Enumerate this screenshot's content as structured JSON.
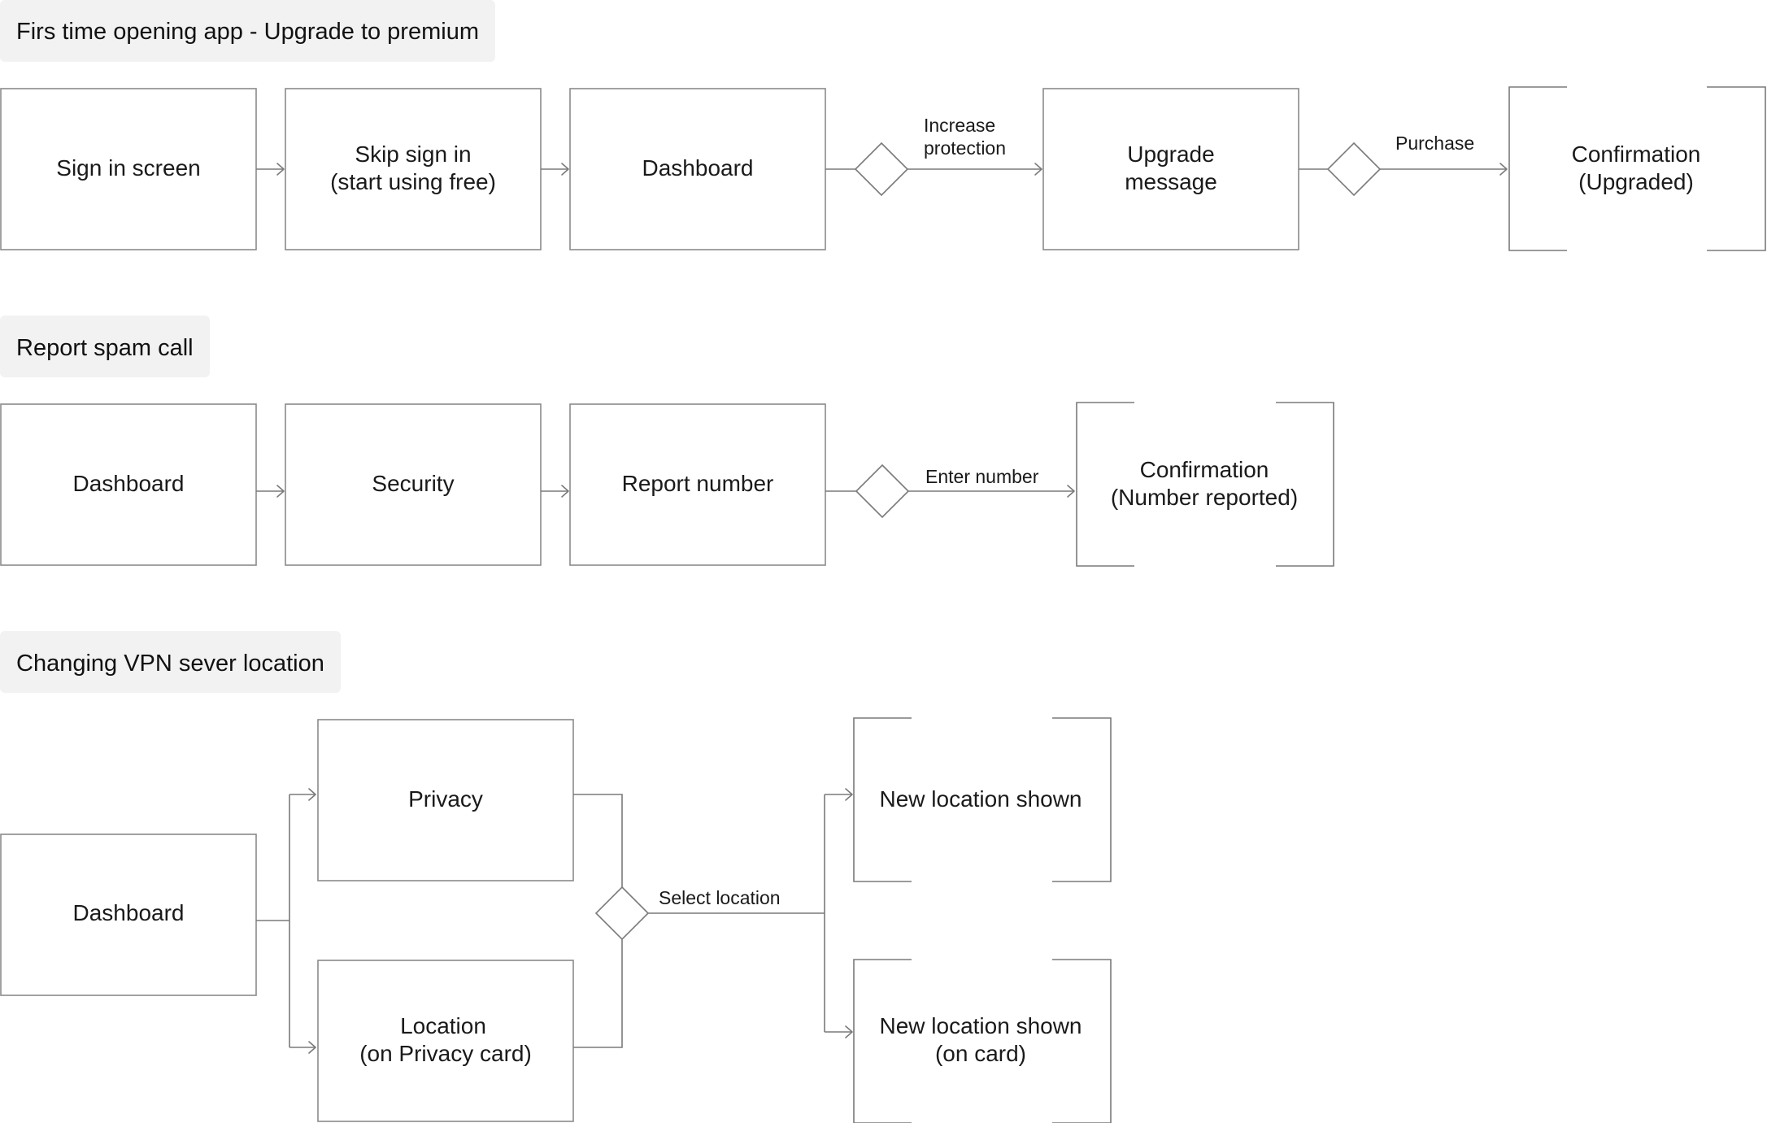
{
  "sections": [
    {
      "title": "Firs time opening app - Upgrade to premium",
      "nodes": [
        "Sign in screen",
        "Skip sign in",
        "(start using free)",
        "Dashboard",
        "Upgrade",
        "message",
        "Confirmation",
        "(Upgraded)"
      ],
      "edges": [
        "Increase",
        "protection",
        "Purchase"
      ]
    },
    {
      "title": "Report spam call",
      "nodes": [
        "Dashboard",
        "Security",
        "Report number",
        "Confirmation",
        "(Number reported)"
      ],
      "edges": [
        "Enter number"
      ]
    },
    {
      "title": "Changing VPN sever location",
      "nodes": [
        "Dashboard",
        "Privacy",
        "Location",
        "(on Privacy card)",
        "New location shown",
        "New location shown",
        "(on card)"
      ],
      "edges": [
        "Select location"
      ]
    }
  ]
}
